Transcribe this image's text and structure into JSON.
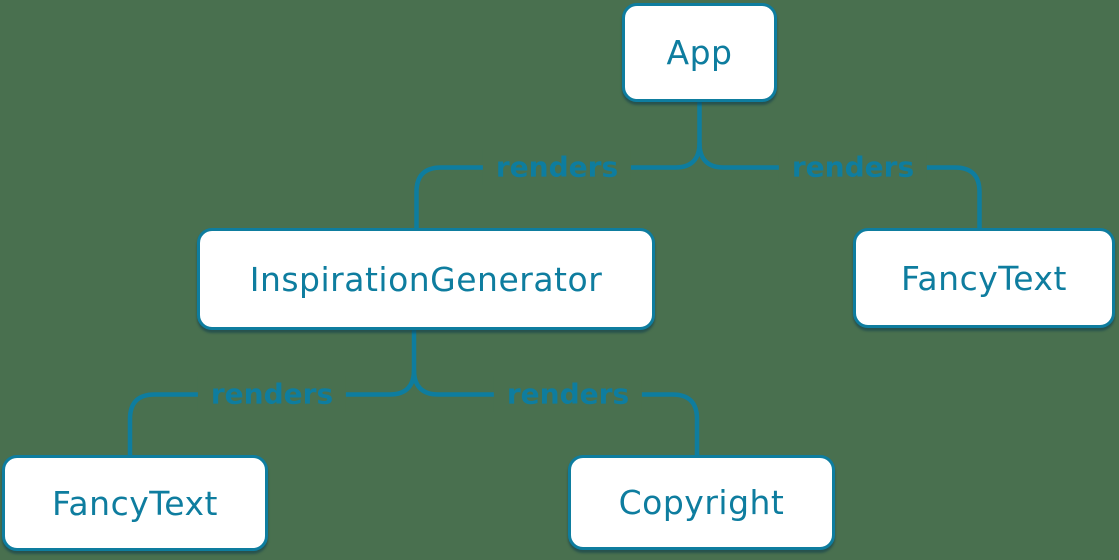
{
  "diagram": {
    "type": "component-render-tree",
    "background_color": "#49704f",
    "accent_color": "#0e7d9f",
    "node_fill_color": "#ffffff",
    "nodes": {
      "app": {
        "label": "App"
      },
      "inspiration_generator": {
        "label": "InspirationGenerator"
      },
      "fancytext_top": {
        "label": "FancyText"
      },
      "fancytext_bottom": {
        "label": "FancyText"
      },
      "copyright": {
        "label": "Copyright"
      }
    },
    "edges": [
      {
        "from": "App",
        "to": "InspirationGenerator",
        "label": "renders"
      },
      {
        "from": "App",
        "to": "FancyText",
        "label": "renders"
      },
      {
        "from": "InspirationGenerator",
        "to": "FancyText",
        "label": "renders"
      },
      {
        "from": "InspirationGenerator",
        "to": "Copyright",
        "label": "renders"
      }
    ]
  }
}
